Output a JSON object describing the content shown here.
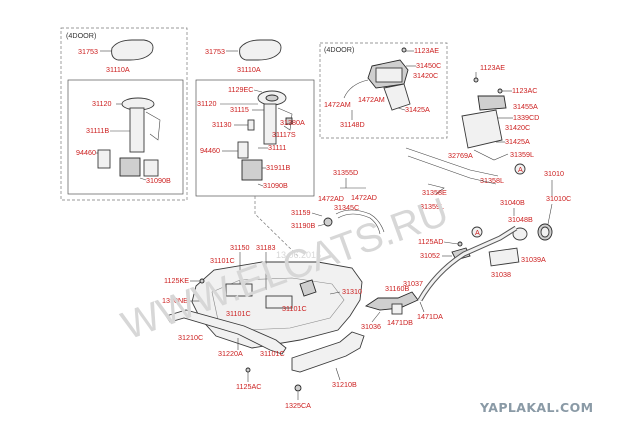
{
  "watermark_main": "WWW.ELCATS.RU",
  "watermark_date": "13.06.2015",
  "site_mark": "YAPLAKAL.COM",
  "box_4door_left": "(4DOOR)",
  "box_4door_right": "(4DOOR)",
  "labels": {
    "p31753a": "31753",
    "p31110a": "31110A",
    "p31120a": "31120",
    "p31111ba": "31111B",
    "p94460a": "94460",
    "p31090ba": "31090B",
    "p31753b": "31753",
    "p31110b": "31110A",
    "p1129ec": "1129EC",
    "p31120b": "31120",
    "p31115": "31115",
    "p31130": "31130",
    "p31380a": "31380A",
    "p31117s": "31117S",
    "p31111": "31111",
    "p94460b": "94460",
    "p31911b": "31911B",
    "p31090bb": "31090B",
    "p1123ae_a": "1123AE",
    "p31450c": "31450C",
    "p31420c_a": "31420C",
    "p1472am_a": "1472AM",
    "p1472am_b": "1472AM",
    "p31425a_a": "31425A",
    "p31148d": "31148D",
    "p1123ae_b": "1123AE",
    "p1123ac": "1123AC",
    "p31455a": "31455A",
    "p1339cd": "1339CD",
    "p31420c_b": "31420C",
    "p31425a_b": "31425A",
    "p32769a": "32769A",
    "p31359l_a": "31359L",
    "p31358l": "31358L",
    "p31358e": "31358E",
    "p31359l_b": "31359L",
    "p31355d": "31355D",
    "p1472ad_a": "1472AD",
    "p1472ad_b": "1472AD",
    "p31345c": "31345C",
    "p31159": "31159",
    "p31190b": "31190B",
    "p31010": "31010",
    "p31010c": "31010C",
    "p31040b": "31040B",
    "p31048b": "31048B",
    "p1125ad": "1125AD",
    "p31052": "31052",
    "p31038": "31038",
    "p31039a": "31039A",
    "p31150": "31150",
    "p31183": "31183",
    "p31101c_a": "31101C",
    "p1125ke": "1125KE",
    "p1390nb": "1390NB",
    "p31101c_b": "31101C",
    "p31101c_c": "31101C",
    "p31210c": "31210C",
    "p31220a": "31220A",
    "p31101c_d": "31101C",
    "p1125ac": "1125AC",
    "p31310": "31310",
    "p31160b": "31160B",
    "p31037": "31037",
    "p31036": "31036",
    "p1471db": "1471DB",
    "p1471da": "1471DA",
    "p31210b": "31210B",
    "p1325ca": "1325CA",
    "marker_a1": "A",
    "marker_a2": "A"
  },
  "colors": {
    "label": "#cc1f1f",
    "outline": "#3a3a3a",
    "site": "#8a9aa6"
  }
}
